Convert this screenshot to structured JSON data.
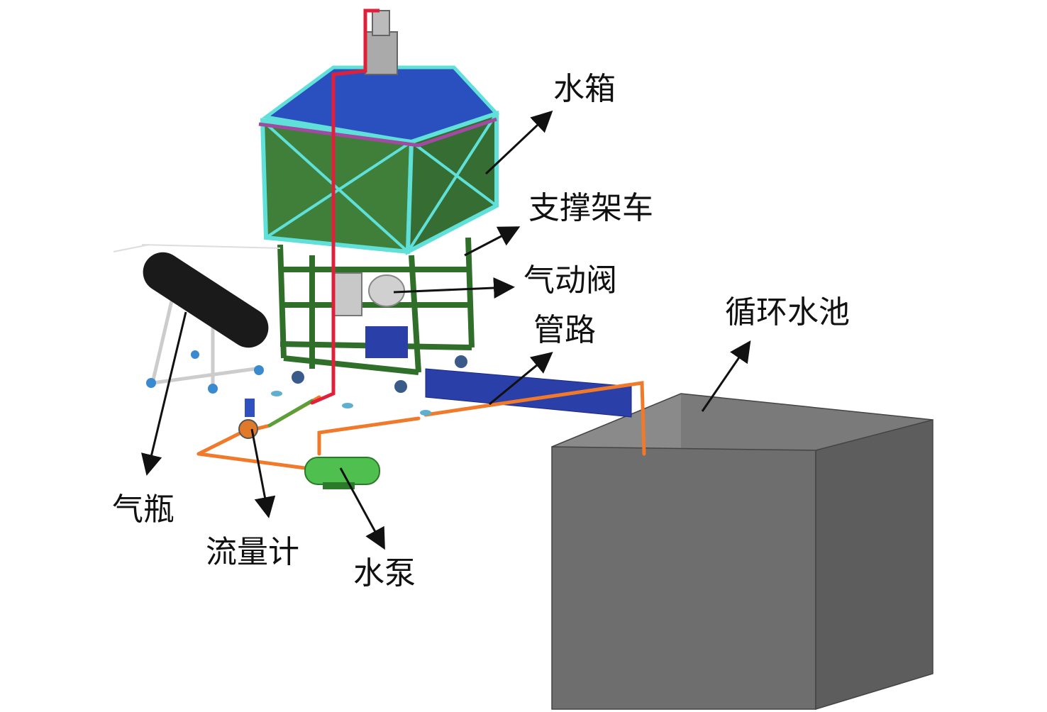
{
  "labels": {
    "water_tank": "水箱",
    "support_cart": "支撑架车",
    "pneumatic_valve": "气动阀",
    "pipeline": "管路",
    "circulation_pool": "循环水池",
    "gas_cylinder": "气瓶",
    "flow_meter": "流量计",
    "water_pump": "水泵"
  },
  "colors": {
    "tank_green": "#3f7f3a",
    "frame_cyan": "#5fe0d8",
    "panel_blue": "#2a4fbf",
    "pipe_orange": "#f07a2a",
    "pipe_red": "#e0203a",
    "pool_gray": "#6e6e6e"
  }
}
